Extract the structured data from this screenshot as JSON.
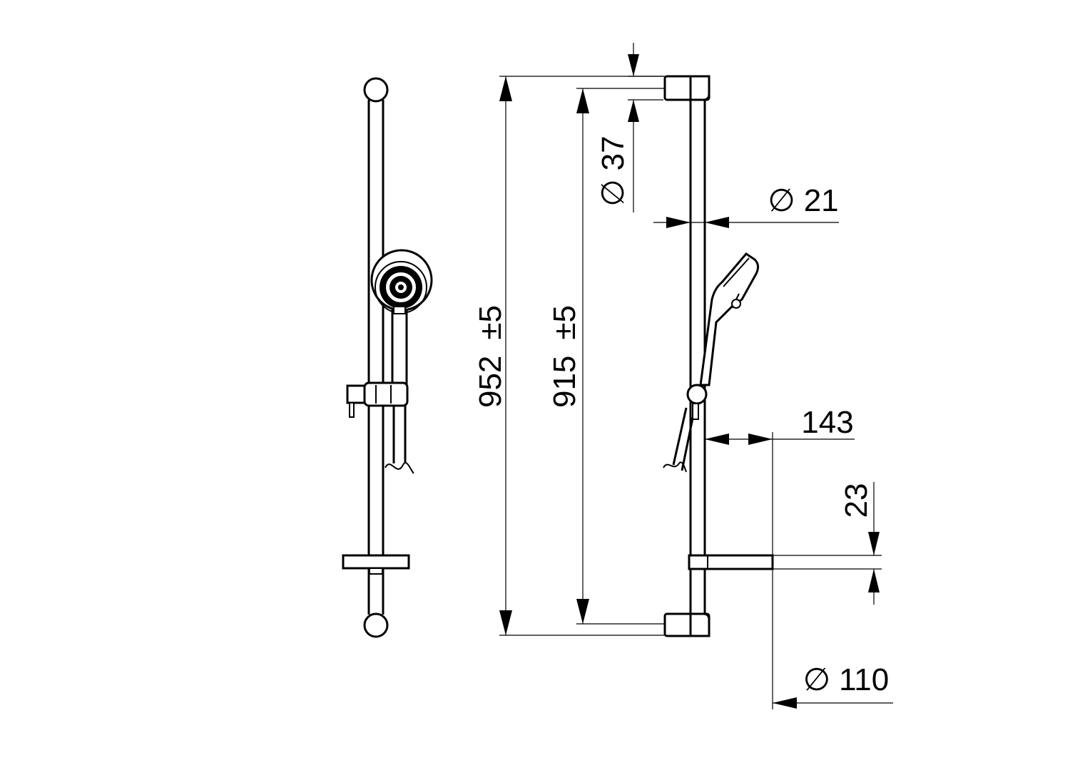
{
  "dimensions": {
    "overall_height": {
      "value": "952",
      "tolerance": "±5"
    },
    "mounting_distance": {
      "value": "915",
      "tolerance": "±5"
    },
    "bracket_diameter": {
      "symbol": "∅",
      "value": "37"
    },
    "rail_diameter": {
      "symbol": "∅",
      "value": "21"
    },
    "projection": {
      "value": "143"
    },
    "shelf_height": {
      "value": "23"
    },
    "head_diameter": {
      "symbol": "∅",
      "value": "110"
    }
  },
  "colors": {
    "line": "#000000",
    "background": "#ffffff"
  }
}
